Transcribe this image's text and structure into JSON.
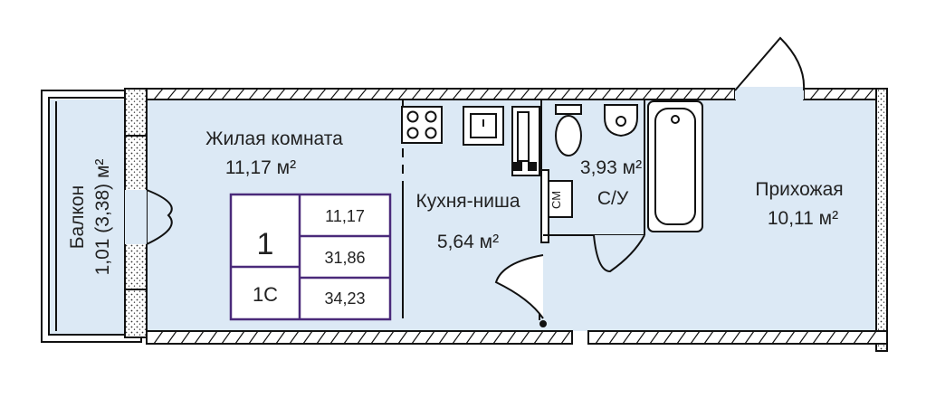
{
  "colors": {
    "room_fill": "#dce9f5",
    "wall_fill": "#ffffff",
    "wall_stroke": "#111111",
    "table_border": "#4a2a7a",
    "text": "#222222"
  },
  "rooms": {
    "living": {
      "name": "Жилая комната",
      "area": "11,17 м²"
    },
    "kitchen": {
      "name": "Кухня-ниша",
      "area": "5,64 м²"
    },
    "bathroom": {
      "area": "3,93 м²",
      "name": "С/У"
    },
    "hallway": {
      "name": "Прихожая",
      "area": "10,11 м²"
    },
    "balcony": {
      "label": "Балкон",
      "area": "1,01 (3,38) м²"
    }
  },
  "fixtures": {
    "washer_label": "СМ",
    "icons": [
      "stove-icon",
      "kitchen-sink-icon",
      "toilet-icon",
      "wash-basin-icon",
      "bathtub-icon"
    ]
  },
  "summary_table": {
    "rooms_count": "1",
    "code": "1С",
    "living_area": "11,17",
    "total_area": "31,86",
    "total_area_with_balcony": "34,23"
  }
}
